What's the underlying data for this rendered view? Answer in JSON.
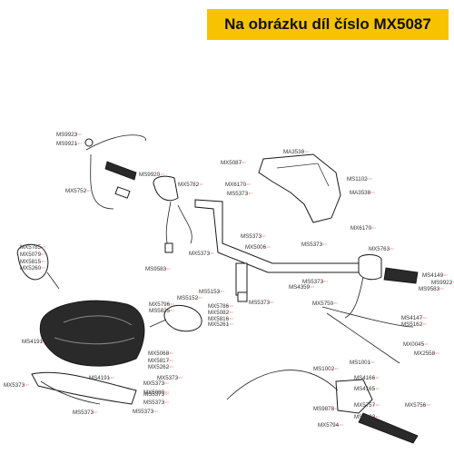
{
  "banner": {
    "text": "Na obrázku díl číslo MX5087"
  },
  "colors": {
    "banner_bg": "#f7c200",
    "leader_lines": "#c00000"
  },
  "labels": [
    "MS9923",
    "MS9921",
    "MS9920",
    "MX5752",
    "MX5782",
    "MS9583",
    "MX5373",
    "MX5785",
    "MX5079",
    "MX5815",
    "MX5260",
    "MX5796",
    "MS5825",
    "MS4191",
    "MX5373",
    "MX5373",
    "MX5373",
    "MS4191",
    "MS5373",
    "MS5373",
    "MS5373",
    "MX5080",
    "MX5068",
    "MX5817",
    "MX5262",
    "MS5373",
    "MX5006",
    "MS5373",
    "MS5153",
    "MS5152",
    "MX5786",
    "MX5082",
    "MX5816",
    "MX5261",
    "MS5373",
    "MA3538",
    "MX5087",
    "MX6170",
    "MS5373",
    "MS1102",
    "MA3538",
    "MX6170",
    "MS5373",
    "MS4359",
    "MS5373",
    "MX5763",
    "MS4149",
    "MS9922",
    "MS9583",
    "MX5750",
    "MS4147",
    "MS5162",
    "MX0045",
    "MX2558",
    "MS1001",
    "MS1002",
    "MS4166",
    "MS4165",
    "MS9878",
    "MX5757",
    "MX5756",
    "MS4383",
    "MX5794"
  ]
}
